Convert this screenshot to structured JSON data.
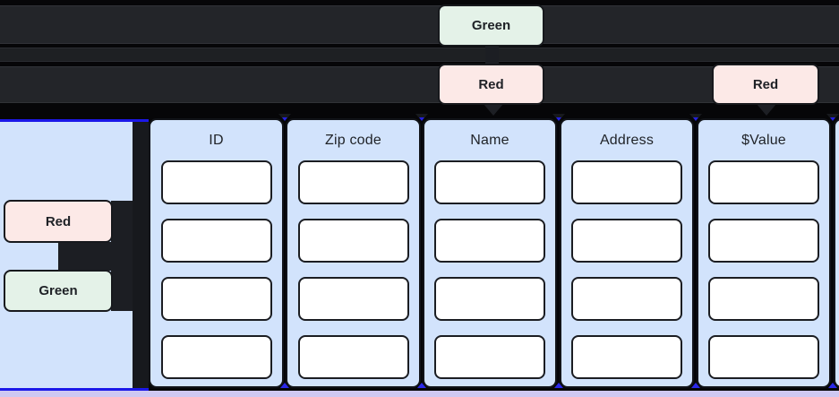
{
  "overlay_badges": {
    "top_green": "Green",
    "top_red_left": "Red",
    "top_red_right": "Red",
    "side_red": "Red",
    "side_green": "Green"
  },
  "table": {
    "columns": [
      {
        "header": "ID",
        "cells": [
          "",
          "",
          "",
          ""
        ]
      },
      {
        "header": "Zip code",
        "cells": [
          "",
          "",
          "",
          ""
        ]
      },
      {
        "header": "Name",
        "cells": [
          "",
          "",
          "",
          ""
        ]
      },
      {
        "header": "Address",
        "cells": [
          "",
          "",
          "",
          ""
        ]
      },
      {
        "header": "$Value",
        "cells": [
          "",
          "",
          "",
          ""
        ]
      }
    ],
    "rows_per_column": 4
  },
  "colors": {
    "badge_green_bg": "#e4f2e8",
    "badge_red_bg": "#fce9e7",
    "column_bg": "#d2e3fc",
    "accent_blue": "#1c18e8",
    "footer_strip": "#cfc8f1",
    "lane_dark": "#232529"
  }
}
